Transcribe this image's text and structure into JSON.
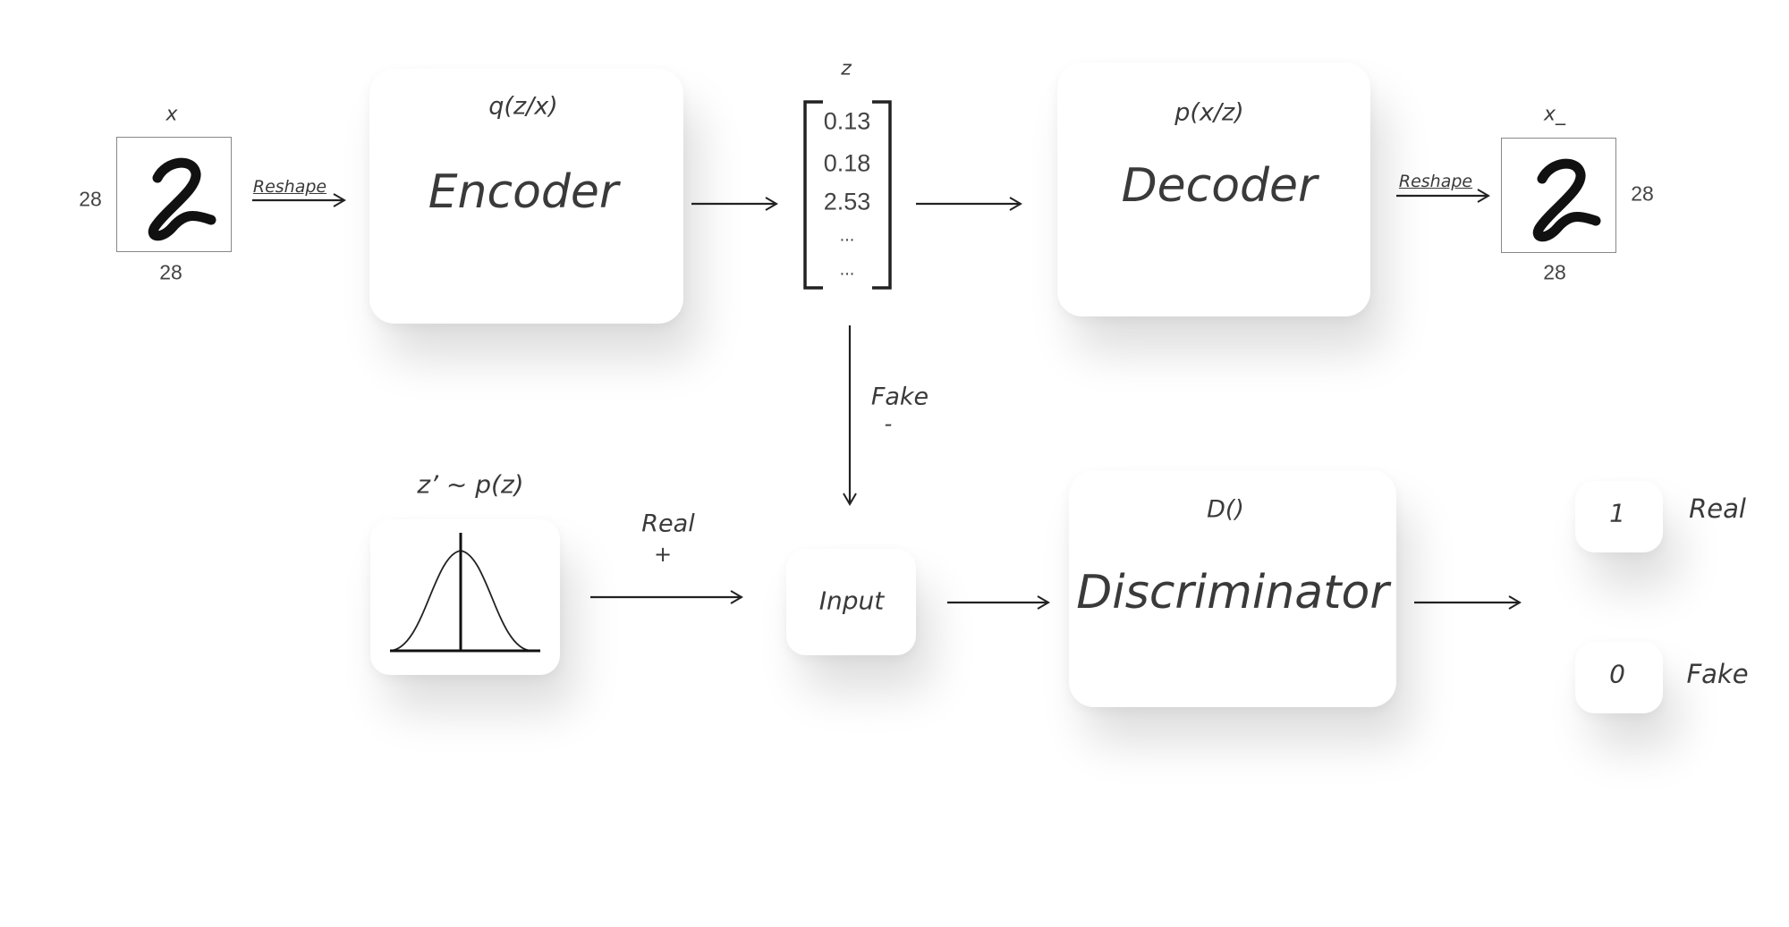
{
  "input_image": {
    "label": "x",
    "height": "28",
    "width": "28",
    "digit": "2"
  },
  "output_image": {
    "label": "x_",
    "height": "28",
    "width": "28",
    "digit": "2"
  },
  "reshape_in": "Reshape",
  "reshape_out": "Reshape",
  "encoder": {
    "subtitle": "q(z/x)",
    "title": "Encoder"
  },
  "latent": {
    "label": "z",
    "values": [
      "0.13",
      "0.18",
      "2.53",
      "...",
      "..."
    ]
  },
  "decoder": {
    "subtitle": "p(x/z)",
    "title": "Decoder"
  },
  "fake_path": {
    "label": "Fake",
    "sign": "-"
  },
  "prior": {
    "label": "z’ ~ p(z)"
  },
  "real_path": {
    "label": "Real",
    "sign": "+"
  },
  "input_node": {
    "label": "Input"
  },
  "discriminator": {
    "subtitle": "D()",
    "title": "Discriminator"
  },
  "outputs": [
    {
      "value": "1",
      "label": "Real"
    },
    {
      "value": "0",
      "label": "Fake"
    }
  ]
}
